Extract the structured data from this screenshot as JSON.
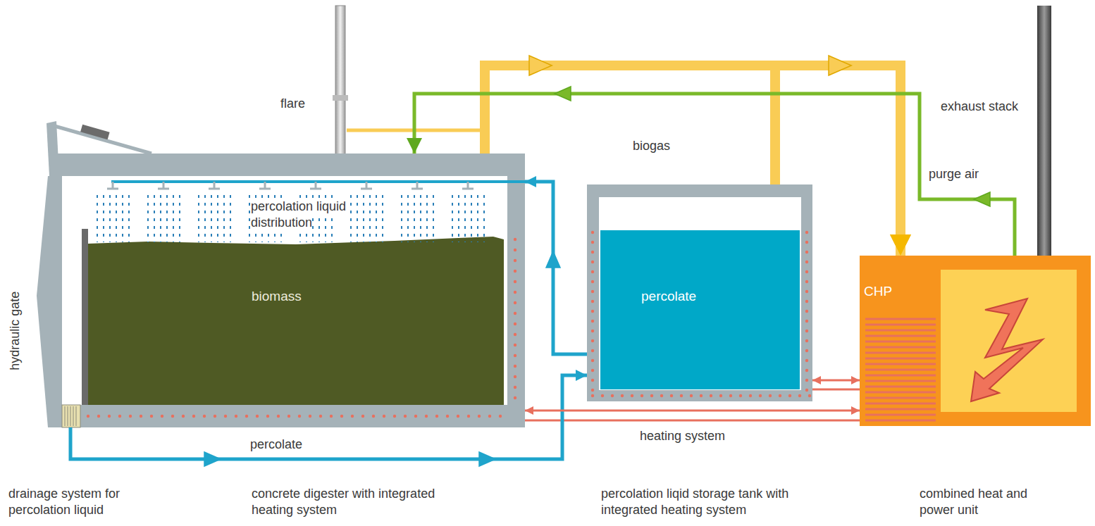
{
  "diagram": {
    "nodes": [
      {
        "text": [
          "biomass"
        ]
      },
      {
        "text": [
          "percolate"
        ]
      },
      {
        "text": [
          "CHP"
        ]
      }
    ],
    "edges": [
      {
        "from": 0,
        "to": 2,
        "arrow": "to",
        "label": "biogas"
      },
      {
        "from": 1,
        "to": 2,
        "arrow": "to"
      },
      {
        "from": 0,
        "to": 1,
        "arrow": "to",
        "label": "percolate"
      },
      {
        "from": 1,
        "to": 0,
        "arrow": "to"
      },
      {
        "from": 2,
        "to": 0,
        "arrow": "both",
        "label": "heating system"
      },
      {
        "from": 2,
        "to": 1,
        "arrow": "both"
      },
      {
        "from": 2,
        "to": 0,
        "arrow": "to",
        "label": "purge air"
      }
    ],
    "labels": [
      "flare",
      "exhaust stack",
      "hydraulic gate",
      "percolation liquid distribution",
      "drainage system for percolation liquid",
      "concrete digester with integrated heating system",
      "percolation liqid storage tank with integrated heating system",
      "combined heat and power unit"
    ]
  }
}
